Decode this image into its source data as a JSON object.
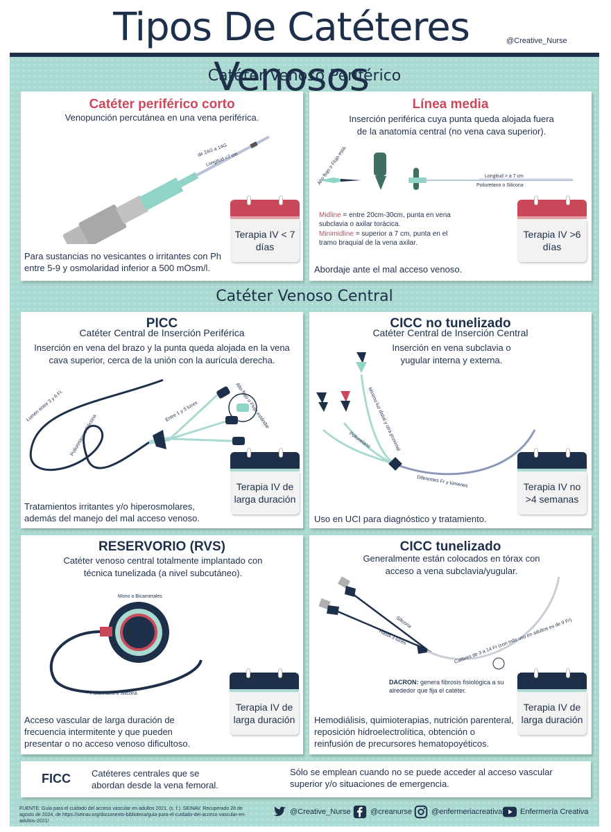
{
  "header": {
    "title": "Tipos De Catéteres Venosos",
    "handle": "@Creative_Nurse"
  },
  "sections": {
    "peripheral": "Catéter Venoso Periférico",
    "central": "Catéter Venoso Central"
  },
  "cards": {
    "corto": {
      "title": "Catéter periférico corto",
      "subtitle": "Venopunción percutánea en una vena periférica.",
      "labels": [
        "de 24G a 14G",
        "Longitud <7 cm"
      ],
      "calendar": "Terapia IV < 7 días",
      "footer": "Para sustancias no vesicantes o irritantes con Ph entre 5-9 y osmolaridad inferior a 500 mOsm/l."
    },
    "linea_media": {
      "title": "Línea media",
      "subtitle": "Inserción periférica cuya punta queda alojada fuera de la anatomía central (no vena cava superior).",
      "labels": [
        "Alto flujo o Flujo estándar",
        "Longitud > a 7 cm",
        "Poliuretano o Silicona"
      ],
      "midline_label": "Midline",
      "midline_text": " = entre 20cm-30cm, punta en vena subclavia o axilar torácica.",
      "minimidline_label": "Minimidline",
      "minimidline_text": " = superior a 7 cm, punta en el tramo braquial de la vena axilar.",
      "calendar": "Terapia IV >6 días",
      "footer": "Abordaje ante el mal acceso venoso."
    },
    "picc": {
      "title": "PICC",
      "subtitle": "Catéter Central de Inserción Periférica",
      "description": "Inserción en vena del brazo y la punta queda alojada en la vena cava superior, cerca de la unión con la aurícula derecha.",
      "labels": [
        "Lumen entre 3 y 6 Fr.",
        "Poliuretano o Silicona",
        "Entre 1 y 3 luces",
        "Alto flujo o Flujo estándar"
      ],
      "calendar": "Terapia IV de larga duración",
      "footer": "Tratamientos irritantes y/o hiperosmolares, además del manejo del mal acceso venoso."
    },
    "cicc_no": {
      "title": "CICC no tunelizado",
      "subtitle": "Catéter Central de Inserción Central",
      "description": "Inserción en vena subclavia o yugular interna y externa.",
      "labels": [
        "Mínimo luz distal y otra proximal",
        "Poliuretano",
        "Diferentes Fr y lúmenes"
      ],
      "calendar": "Terapia IV no >4 semanas",
      "footer": "Uso en UCI para diagnóstico y tratamiento."
    },
    "reservorio": {
      "title": "RESERVORIO (RVS)",
      "description": "Catéter venoso central totalmente implantado con técnica tunelizada (a nivel subcutáneo).",
      "labels": [
        "Mono o Bicamerales",
        "Poliuretano o Silicona"
      ],
      "calendar": "Terapia IV de larga duración",
      "footer": "Acceso vascular de larga duración de frecuencia intermitente y que pueden presentar o no acceso venoso dificultoso."
    },
    "cicc_tun": {
      "title": "CICC tunelizado",
      "description": "Generalmente están colocados en tórax con acceso a vena subclavia/yugular.",
      "labels": [
        "Silicona",
        "Hasta 3 luces",
        "Calibres de 3 a 14 Fr (con más uso en adultos es de 9 Fr)."
      ],
      "dacron_label": "DACRON:",
      "dacron_text": " genera fibrosis fisiológica a su alrededor que fija el catéter.",
      "calendar": "Terapia IV de larga duración",
      "footer": "Hemodiálisis, quimioterapias, nutrición parenteral, reposición hidroelectrolítica,  obtención o reinfusión de precursores hematopoyéticos."
    }
  },
  "ficc": {
    "label": "FICC",
    "text1": "Catéteres centrales que se abordan desde la vena femoral.",
    "text2": "Sólo se emplean cuando no se puede acceder al acceso vascular superior y/o situaciones de emergencia."
  },
  "footer": {
    "source": "FUENTE: Guía para el cuidado del acceso vascular en adultos 2021. (s. f.). SEINAV. Recuperado 28 de agosto de 2024, de https://seinav.org/documento-biblioteca/guia-para-el-cuidado-del-acceso-vascular-en-adultos-2021/",
    "twitter": "@Creative_Nurse",
    "facebook": "@creanurse",
    "instagram": "@enfermeriacreativa",
    "youtube": "Enfermería Creativa"
  },
  "colors": {
    "navy": "#1e2f4a",
    "teal": "#a9d9d0",
    "mint": "#7fcfc0",
    "red": "#c9495b"
  }
}
